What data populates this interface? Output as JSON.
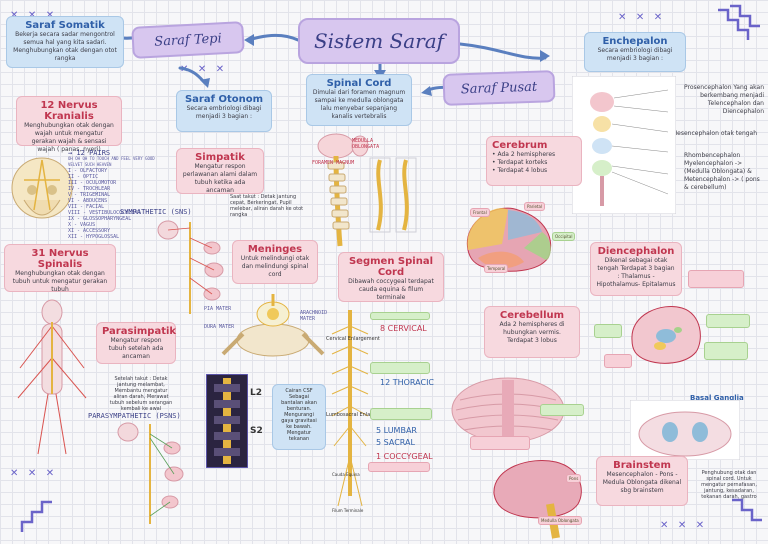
{
  "titles": {
    "main": "Sistem Saraf",
    "tepi": "Saraf Tepi",
    "pusat": "Saraf Pusat"
  },
  "somatik": {
    "title": "Saraf Somatik",
    "text": "Bekerja secara sadar mengontrol semua hal yang kita sadari. Menghubungkan otak dengan otot rangka"
  },
  "kranialis": {
    "title": "12 Nervus Kranialis",
    "text": "Menghubungkan otak dengan wajah untuk mengatur gerakan wajah & sensasi wajah ( panas, nyeri)"
  },
  "pairs": {
    "heading": "→ 12 PAIRS",
    "sub": "OH OH OH TO TOUCH AND FEEL VERY GOOD VELVET SUCH HEAVEN",
    "list": [
      "I - OLFACTORY",
      "II - OPTIC",
      "III - OCULOMOTOR",
      "IV - TROCHLEAR",
      "V - TRIGEMINAL",
      "VI - ABDUCENS",
      "VII - FACIAL",
      "VIII - VESTIBULOCOCHLEAR",
      "IX - GLOSSOPHARYNGEAL",
      "X - VAGUS",
      "XI - ACCESSORY",
      "XII - HYPOGLOSSAL"
    ]
  },
  "spinalis": {
    "title": "31 Nervus Spinalis",
    "text": "Menghubungkan otak dengan tubuh untuk mengatur gerakan tubuh"
  },
  "otonom": {
    "title": "Saraf Otonom",
    "text": "Secara embriologi dibagi menjadi 3 bagian :"
  },
  "simpatik": {
    "title": "Simpatik",
    "text": "Mengatur respon perlawanan alami dalam tubuh ketika ada ancaman",
    "note": "Saat takut : Detak jantung cepat, Berkeringat, Pupil melebar, aliran darah ke otot rangka"
  },
  "sympathetic_label": "SYMPATHETIC (SNS)",
  "parasimpatik": {
    "title": "Parasimpatik",
    "text": "Mengatur respon tubuh setelah ada ancaman",
    "note": "Setelah takut : Detak jantung melambat, Membantu mengatur aliran darah, Merawat tubuh sebelum serangan kembali ke awal"
  },
  "parasympathetic_label": "PARASYMPATHETIC (PSNS)",
  "meninges": {
    "title": "Meninges",
    "text": "Untuk melindungi otak dan melindungi spinal cord"
  },
  "spinal_cord": {
    "title": "Spinal Cord",
    "text": "Dimulai dari foramen magnum sampai ke medulla oblongata lalu menyebar sepanjang kanalis vertebralis"
  },
  "spinal_labels": {
    "foramen": "FORAMEN MAGNUM",
    "medulla": "MEDULLA OBLONGATA"
  },
  "segmen": {
    "title": "Segmen Spinal Cord",
    "text": "Dibawah coccygeal terdapat cauda equina & filum terminale"
  },
  "segments": {
    "cervical": "8 CERVICAL",
    "thoracic": "12 THORACIC",
    "lumbar": "5 LUMBAR",
    "sacral": "5 SACRAL",
    "coccygeal": "1 COCCYGEAL",
    "cervical_enl": "Cervical Enlargement",
    "lumbosacral_enl": "Lumbosacral Enlargement",
    "cauda": "Cauda Equina",
    "filum": "Filum Terminale"
  },
  "meninges_labels": {
    "pia": "PIA MATER",
    "dura": "DURA MATER",
    "arachnoid": "ARACHNOID MATER"
  },
  "csf": {
    "label_l2": "L2",
    "label_s2": "S2",
    "text": "Cairan CSF Sebagai bantalan akan benturan. Mengurangi gaya gravitasi ke bawah. Mengatur tekanan"
  },
  "enchepalon": {
    "title": "Enchepalon",
    "text": "Secara embriologi dibagi menjadi 3 bagian :",
    "pros": "Prosencephalon Yang akan berkembang menjadi Telencephalon dan Diencephalon",
    "mes": "Mesencephalon otak tengah",
    "rhomb": "Rhombencephalon Myelencephalon -> (Medulla Oblongata) & Metencephalon -> ( pons & cerebellum)"
  },
  "cerebrum": {
    "title": "Cerebrum",
    "items": [
      "Ada 2 hemispheres",
      "Terdapat korteks",
      "Terdapat 4 lobus"
    ]
  },
  "lobes": {
    "frontal": "Frontal",
    "parietal": "Parietal",
    "occipital": "Occipital",
    "temporal": "Temporal"
  },
  "cerebellum": {
    "title": "Cerebellum",
    "text": "Ada 2 hemispheres di hubungkan vermis. Terdapat 3 lobus"
  },
  "diencephalon": {
    "title": "Diencephalon",
    "text": "Dikenal sebagai otak tengah Terdapat 3 bagian : Thalamus - Hipothalamus- Epitalamus"
  },
  "basal_ganglia": "Basal Ganglia",
  "brainstem": {
    "title": "Brainstem",
    "text": "Mesencephalon - Pons - Medula Oblongata dikenal sbg brainstem",
    "note": "Penghubung otak dan spinal cord. Untuk mengatur pernafasan, jantung, kesadaran, tekanan darah, gastro",
    "pons": "Pons",
    "medulla": "Medulla Oblongata"
  },
  "colors": {
    "title_bg": "#d8c7ef",
    "blue_box": "#cfe3f5",
    "pink_box": "#f7d9df",
    "heading_blue": "#2f5fa8",
    "heading_pink": "#c0364f",
    "deco": "#6a63c9"
  }
}
